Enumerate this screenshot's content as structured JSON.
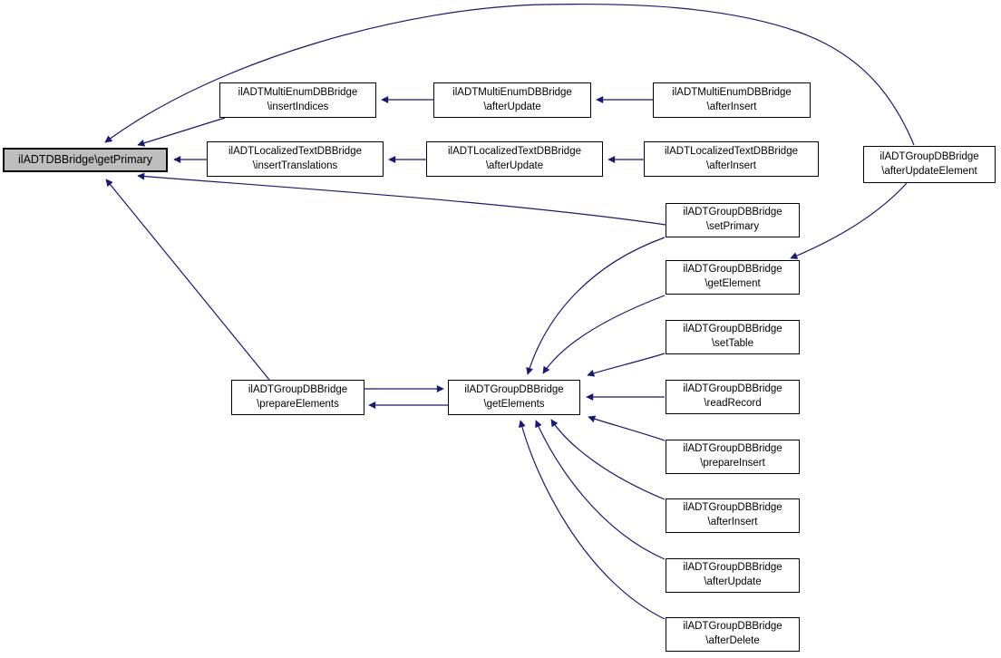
{
  "diagram": {
    "type": "doxygen-caller-graph",
    "colors": {
      "edge": "#191970",
      "node_border": "#000000",
      "node_fill": "#ffffff",
      "highlight_fill": "#bebebe",
      "background": "#ffffff"
    },
    "nodes": {
      "getPrimary": {
        "label": "ilADTDBBridge\\getPrimary",
        "highlighted": true
      },
      "insertIndices": {
        "line1": "ilADTMultiEnumDBBridge",
        "line2": "\\insertIndices"
      },
      "meAfterUpdate": {
        "line1": "ilADTMultiEnumDBBridge",
        "line2": "\\afterUpdate"
      },
      "meAfterInsert": {
        "line1": "ilADTMultiEnumDBBridge",
        "line2": "\\afterInsert"
      },
      "insertTranslations": {
        "line1": "ilADTLocalizedTextDBBridge",
        "line2": "\\insertTranslations"
      },
      "ltAfterUpdate": {
        "line1": "ilADTLocalizedTextDBBridge",
        "line2": "\\afterUpdate"
      },
      "ltAfterInsert": {
        "line1": "ilADTLocalizedTextDBBridge",
        "line2": "\\afterInsert"
      },
      "afterUpdateElement": {
        "line1": "ilADTGroupDBBridge",
        "line2": "\\afterUpdateElement"
      },
      "setPrimary": {
        "line1": "ilADTGroupDBBridge",
        "line2": "\\setPrimary"
      },
      "getElement": {
        "line1": "ilADTGroupDBBridge",
        "line2": "\\getElement"
      },
      "setTable": {
        "line1": "ilADTGroupDBBridge",
        "line2": "\\setTable"
      },
      "readRecord": {
        "line1": "ilADTGroupDBBridge",
        "line2": "\\readRecord"
      },
      "prepareInsert": {
        "line1": "ilADTGroupDBBridge",
        "line2": "\\prepareInsert"
      },
      "grAfterInsert": {
        "line1": "ilADTGroupDBBridge",
        "line2": "\\afterInsert"
      },
      "grAfterUpdate": {
        "line1": "ilADTGroupDBBridge",
        "line2": "\\afterUpdate"
      },
      "grAfterDelete": {
        "line1": "ilADTGroupDBBridge",
        "line2": "\\afterDelete"
      },
      "prepareElements": {
        "line1": "ilADTGroupDBBridge",
        "line2": "\\prepareElements"
      },
      "getElements": {
        "line1": "ilADTGroupDBBridge",
        "line2": "\\getElements"
      }
    },
    "edges": [
      {
        "from": "ilADTGroupDBBridge\\afterUpdateElement",
        "to": "ilADTDBBridge\\getPrimary"
      },
      {
        "from": "ilADTMultiEnumDBBridge\\insertIndices",
        "to": "ilADTDBBridge\\getPrimary"
      },
      {
        "from": "ilADTLocalizedTextDBBridge\\insertTranslations",
        "to": "ilADTDBBridge\\getPrimary"
      },
      {
        "from": "ilADTGroupDBBridge\\setPrimary",
        "to": "ilADTDBBridge\\getPrimary"
      },
      {
        "from": "ilADTGroupDBBridge\\prepareElements",
        "to": "ilADTDBBridge\\getPrimary"
      },
      {
        "from": "ilADTMultiEnumDBBridge\\afterUpdate",
        "to": "ilADTMultiEnumDBBridge\\insertIndices"
      },
      {
        "from": "ilADTMultiEnumDBBridge\\afterInsert",
        "to": "ilADTMultiEnumDBBridge\\afterUpdate"
      },
      {
        "from": "ilADTLocalizedTextDBBridge\\afterUpdate",
        "to": "ilADTLocalizedTextDBBridge\\insertTranslations"
      },
      {
        "from": "ilADTLocalizedTextDBBridge\\afterInsert",
        "to": "ilADTLocalizedTextDBBridge\\afterUpdate"
      },
      {
        "from": "ilADTGroupDBBridge\\afterUpdateElement",
        "to": "ilADTGroupDBBridge\\getElement"
      },
      {
        "from": "ilADTGroupDBBridge\\setPrimary",
        "to": "ilADTGroupDBBridge\\getElements"
      },
      {
        "from": "ilADTGroupDBBridge\\getElement",
        "to": "ilADTGroupDBBridge\\getElements"
      },
      {
        "from": "ilADTGroupDBBridge\\setTable",
        "to": "ilADTGroupDBBridge\\getElements"
      },
      {
        "from": "ilADTGroupDBBridge\\readRecord",
        "to": "ilADTGroupDBBridge\\getElements"
      },
      {
        "from": "ilADTGroupDBBridge\\prepareInsert",
        "to": "ilADTGroupDBBridge\\getElements"
      },
      {
        "from": "ilADTGroupDBBridge\\afterInsert",
        "to": "ilADTGroupDBBridge\\getElements"
      },
      {
        "from": "ilADTGroupDBBridge\\afterUpdate",
        "to": "ilADTGroupDBBridge\\getElements"
      },
      {
        "from": "ilADTGroupDBBridge\\afterDelete",
        "to": "ilADTGroupDBBridge\\getElements"
      },
      {
        "from": "ilADTGroupDBBridge\\prepareElements",
        "to": "ilADTGroupDBBridge\\getElements"
      },
      {
        "from": "ilADTGroupDBBridge\\getElements",
        "to": "ilADTGroupDBBridge\\prepareElements"
      }
    ]
  }
}
